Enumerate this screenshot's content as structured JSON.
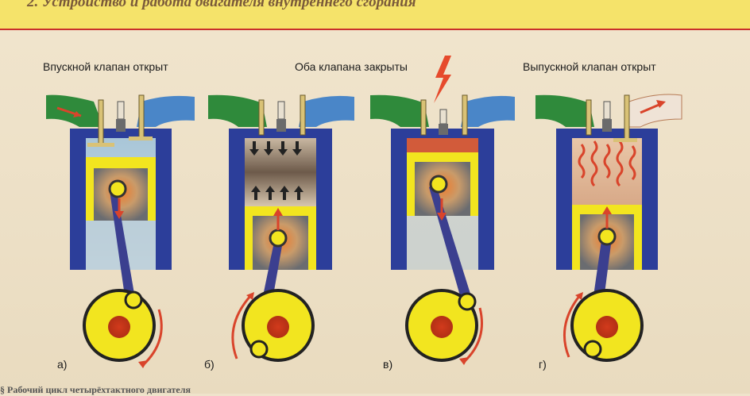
{
  "banner": {
    "text": "2. Устройство и работа двигателя внутреннего сгорания"
  },
  "captions": {
    "intake": "Впускной клапан открыт",
    "both_closed": "Оба клапана закрыты",
    "exhaust": "Выпускной клапан открыт"
  },
  "stage_labels": [
    "а)",
    "б)",
    "в)",
    "г)"
  ],
  "colors": {
    "intake_port": "#2f8a3b",
    "exhaust_port": "#4a86c8",
    "cylinder": "#2c3e9a",
    "piston": "#f2e51f",
    "rod": "#3b3f8f",
    "arrow": "#d9442b",
    "flame": "#d9442b"
  },
  "icons": [
    "spark-plug-icon",
    "lightning-icon",
    "flame-icon"
  ],
  "footer": {
    "text": "§ Рабочий цикл четырёхтактного двигателя"
  }
}
